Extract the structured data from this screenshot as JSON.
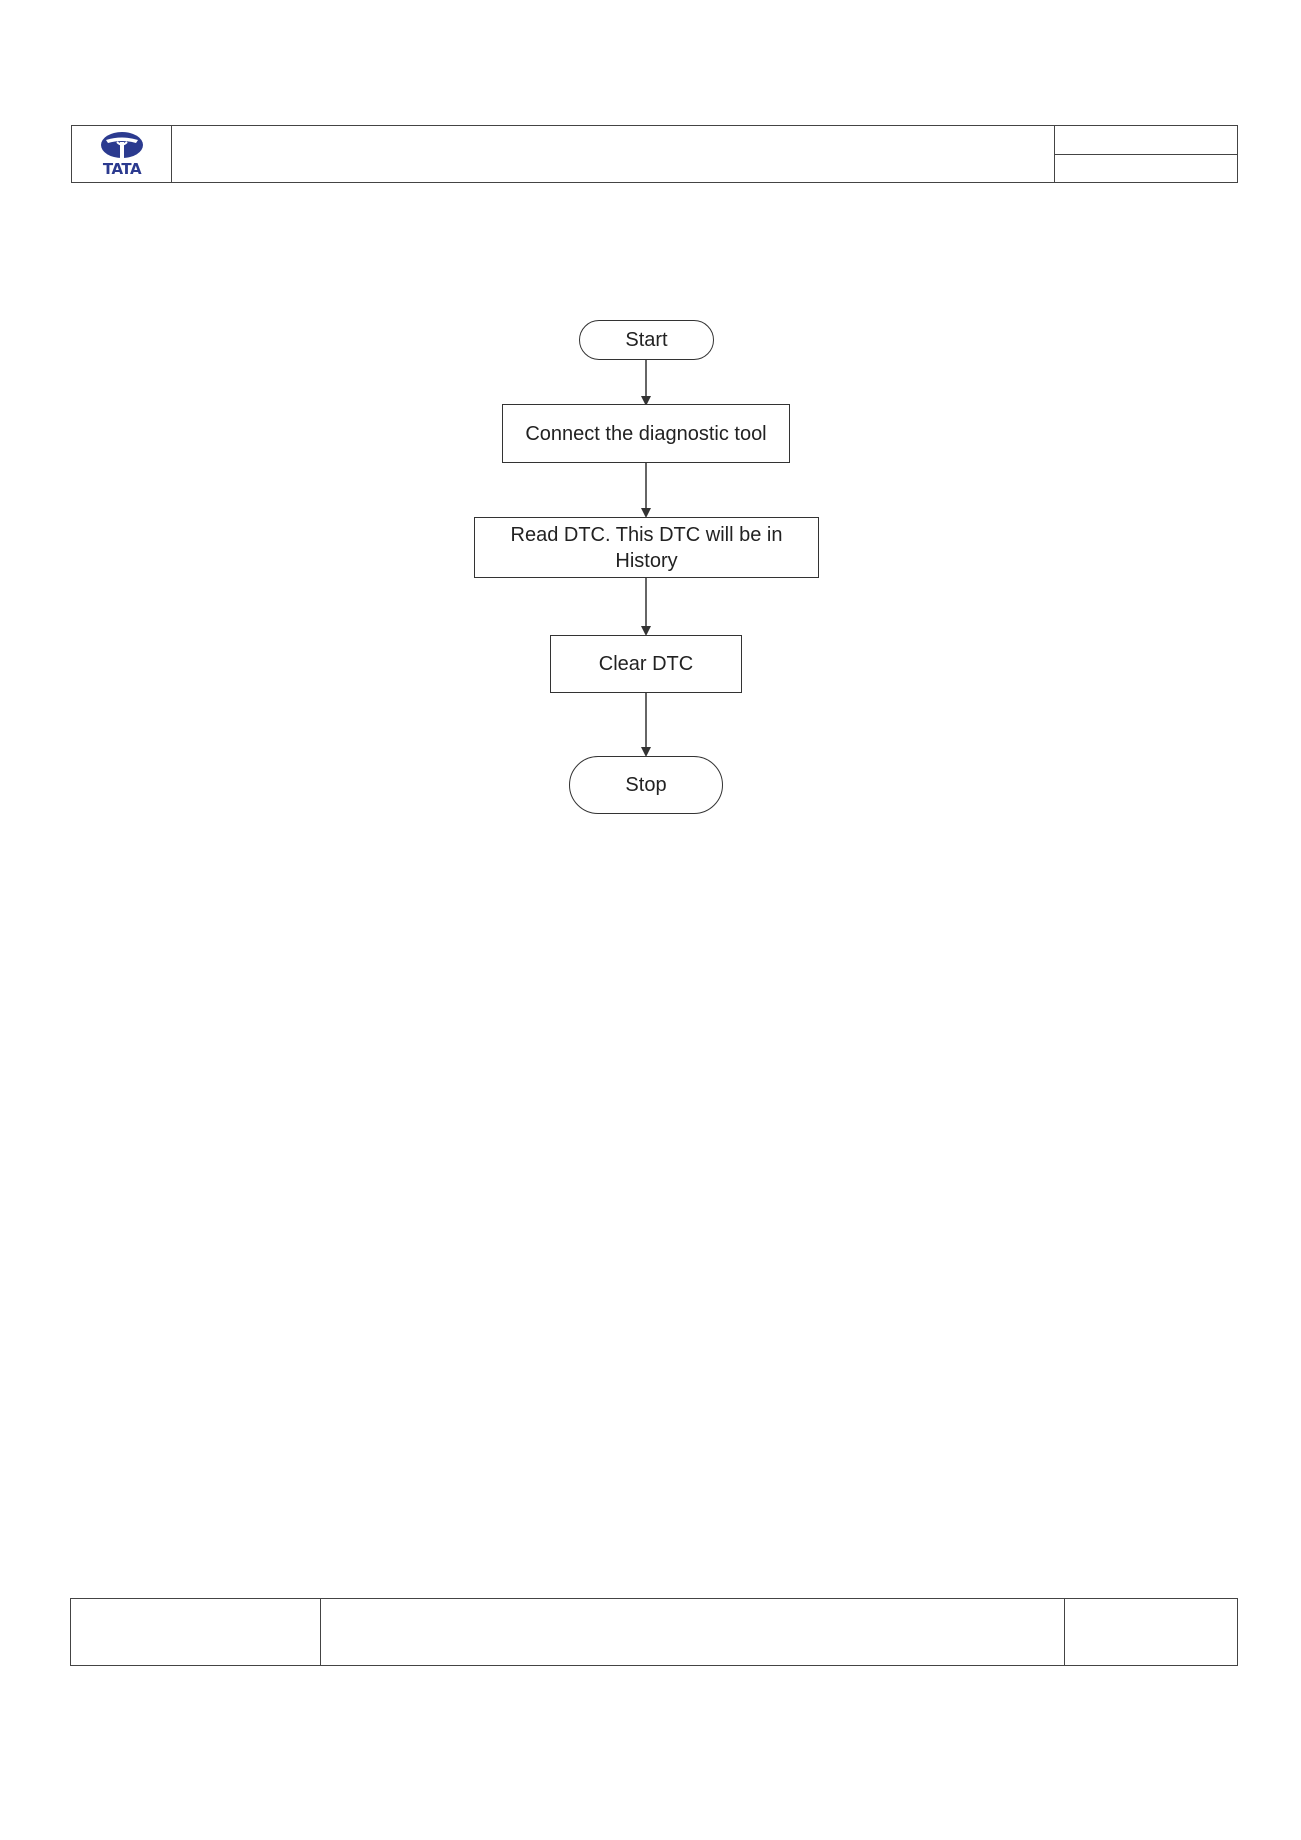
{
  "header": {
    "logo_name": "tata-logo",
    "logo_text": "TATA",
    "brand_color": "#2b3a8f"
  },
  "flowchart": {
    "nodes": [
      {
        "id": "start",
        "label": "Start",
        "shape": "terminal"
      },
      {
        "id": "connect",
        "label": "Connect the diagnostic tool",
        "shape": "process"
      },
      {
        "id": "read",
        "label": "Read DTC. This DTC will be in History",
        "shape": "process"
      },
      {
        "id": "clear",
        "label": "Clear DTC",
        "shape": "process"
      },
      {
        "id": "stop",
        "label": "Stop",
        "shape": "terminal"
      }
    ],
    "edges": [
      {
        "from": "start",
        "to": "connect"
      },
      {
        "from": "connect",
        "to": "read"
      },
      {
        "from": "read",
        "to": "clear"
      },
      {
        "from": "clear",
        "to": "stop"
      }
    ]
  }
}
